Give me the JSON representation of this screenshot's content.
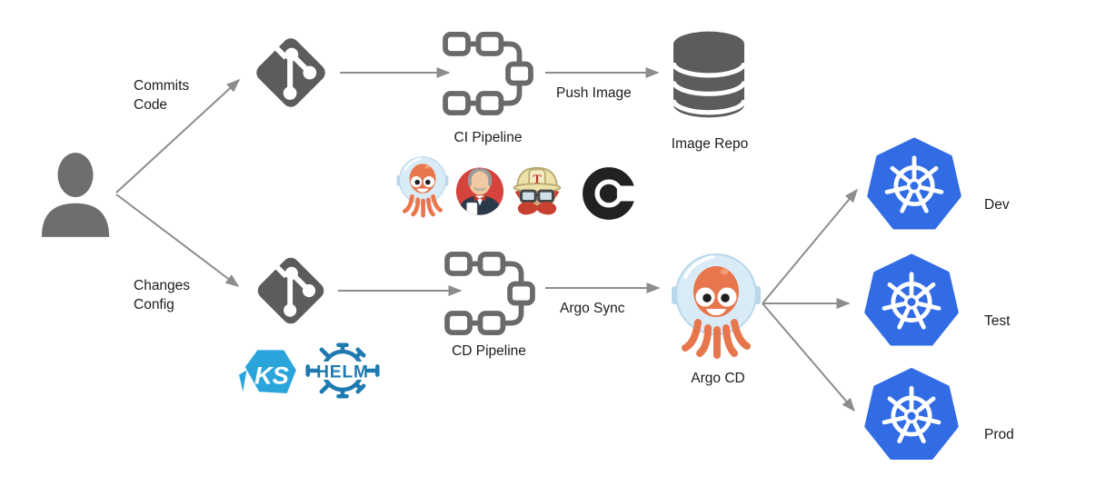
{
  "labels": {
    "commits_code": {
      "line1": "Commits",
      "line2": "Code"
    },
    "changes_config": {
      "line1": "Changes",
      "line2": "Config"
    },
    "ci_pipeline": "CI Pipeline",
    "push_image": "Push Image",
    "image_repo": "Image Repo",
    "cd_pipeline": "CD Pipeline",
    "argo_sync": "Argo Sync",
    "argo_cd": "Argo CD",
    "clusters": [
      {
        "label": "Dev"
      },
      {
        "label": "Test"
      },
      {
        "label": "Prod"
      }
    ]
  },
  "logos": {
    "kustomize_text": "KS",
    "helm_text": "HELM",
    "travis_hat_letter": "T"
  },
  "icons": {
    "user": "person-icon",
    "git_code": "git-icon",
    "git_config": "git-icon",
    "ci_pipeline": "pipeline-icon",
    "cd_pipeline": "pipeline-icon",
    "image_repo": "database-icon",
    "ci_tools": [
      "argo-icon",
      "jenkins-icon",
      "travis-ci-icon",
      "circleci-icon"
    ],
    "config_tools": [
      "kustomize-icon",
      "helm-icon"
    ],
    "argo_cd": "argo-mascot-icon",
    "clusters": "kubernetes-icon"
  },
  "colors": {
    "icon_gray": "#5c5c5c",
    "person_gray": "#6e6e6e",
    "pipeline_gray": "#6a6a6a",
    "arrow_gray": "#8c8c8c",
    "kubernetes_blue": "#326ce5",
    "argo_orange": "#e8764d",
    "argo_helmet_blue": "#d9ebf7",
    "helm_blue": "#1e7ab0",
    "kustomize_blue": "#2aa5dc",
    "circleci_black": "#212121",
    "jenkins_red": "#d5443c",
    "travis_hat_yellow": "#ece1a8",
    "travis_red": "#c8402f",
    "text_black": "#1c1c1c"
  }
}
